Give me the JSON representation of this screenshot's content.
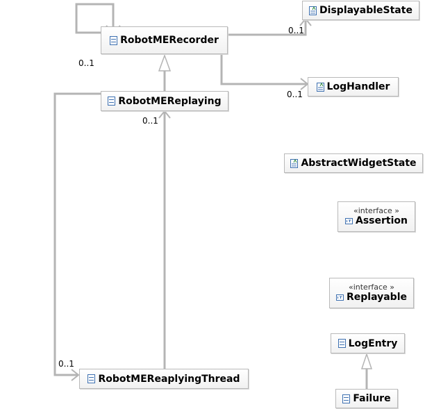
{
  "classes": {
    "recorder": "RobotMERecorder",
    "replaying": "RobotMEReplaying",
    "thread": "RobotMEReaplyingThread",
    "displayable_state": "DisplayableState",
    "log_handler": "LogHandler",
    "abstract_widget_state": "AbstractWidgetState",
    "log_entry": "LogEntry",
    "failure": "Failure"
  },
  "interfaces": {
    "assertion": {
      "stereotype": "«interface »",
      "name": "Assertion"
    },
    "replayable": {
      "stereotype": "«interface »",
      "name": "Replayable"
    }
  },
  "multiplicities": {
    "recorder_self": "0..1",
    "recorder_to_displayable": "0..1",
    "recorder_to_log_handler": "0..1",
    "thread_to_replaying": "0..1",
    "replaying_to_thread": "0..1"
  },
  "icons": {
    "class": "class-icon",
    "abstract_class": "abstract-class-icon",
    "interface": "interface-icon"
  },
  "colors": {
    "connector": "#b4b4b4",
    "class_icon": "#3c6fb0",
    "abstract_marker": "#2f8a3f"
  }
}
